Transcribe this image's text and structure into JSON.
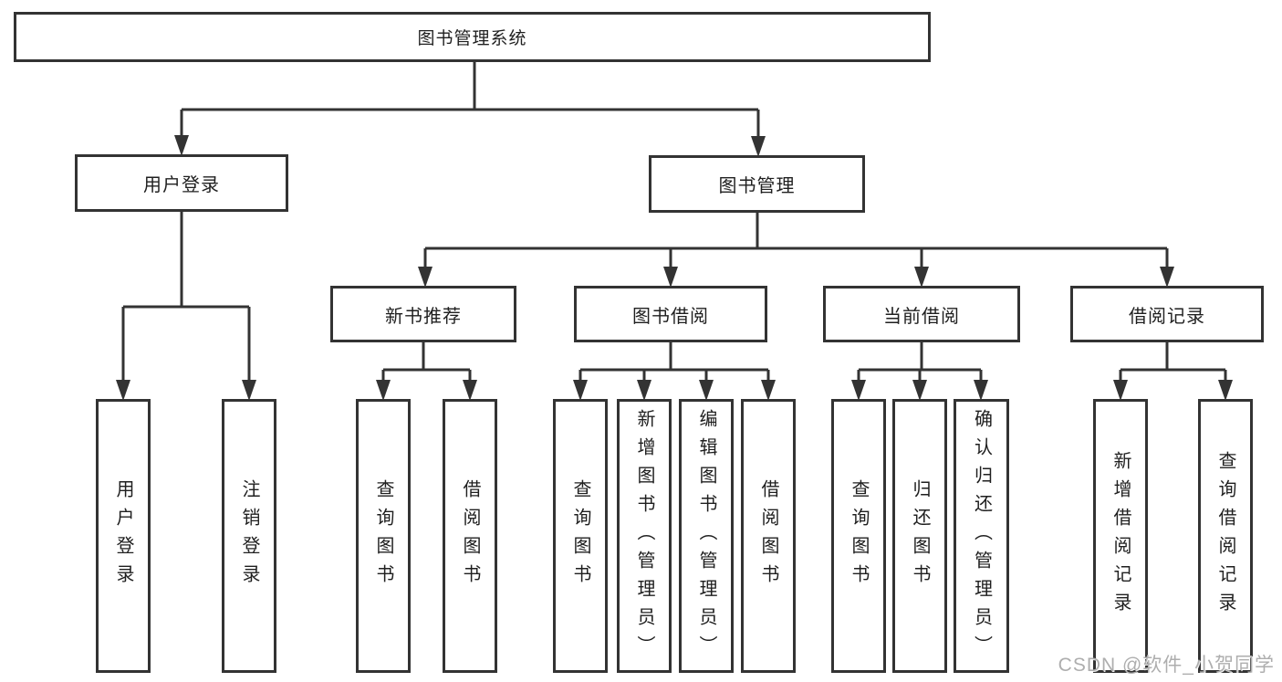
{
  "diagram": {
    "root": {
      "label": "图书管理系统"
    },
    "level2": [
      {
        "label": "用户登录"
      },
      {
        "label": "图书管理"
      }
    ],
    "level3": [
      {
        "label": "新书推荐"
      },
      {
        "label": "图书借阅"
      },
      {
        "label": "当前借阅"
      },
      {
        "label": "借阅记录"
      }
    ],
    "leaves": [
      {
        "label": "用户登录"
      },
      {
        "label": "注销登录"
      },
      {
        "label": "查询图书"
      },
      {
        "label": "借阅图书"
      },
      {
        "label": "查询图书"
      },
      {
        "label": "新增图书（管理员）"
      },
      {
        "label": "编辑图书（管理员）"
      },
      {
        "label": "借阅图书"
      },
      {
        "label": "查询图书"
      },
      {
        "label": "归还图书"
      },
      {
        "label": "确认归还（管理员）"
      },
      {
        "label": "新增借阅记录"
      },
      {
        "label": "查询借阅记录"
      }
    ]
  },
  "watermark": {
    "text": "CSDN @软件_小贺同学"
  },
  "colors": {
    "line": "#333333",
    "text": "#1f1f1f",
    "watermark": "#aeaeae",
    "background": "#ffffff"
  }
}
